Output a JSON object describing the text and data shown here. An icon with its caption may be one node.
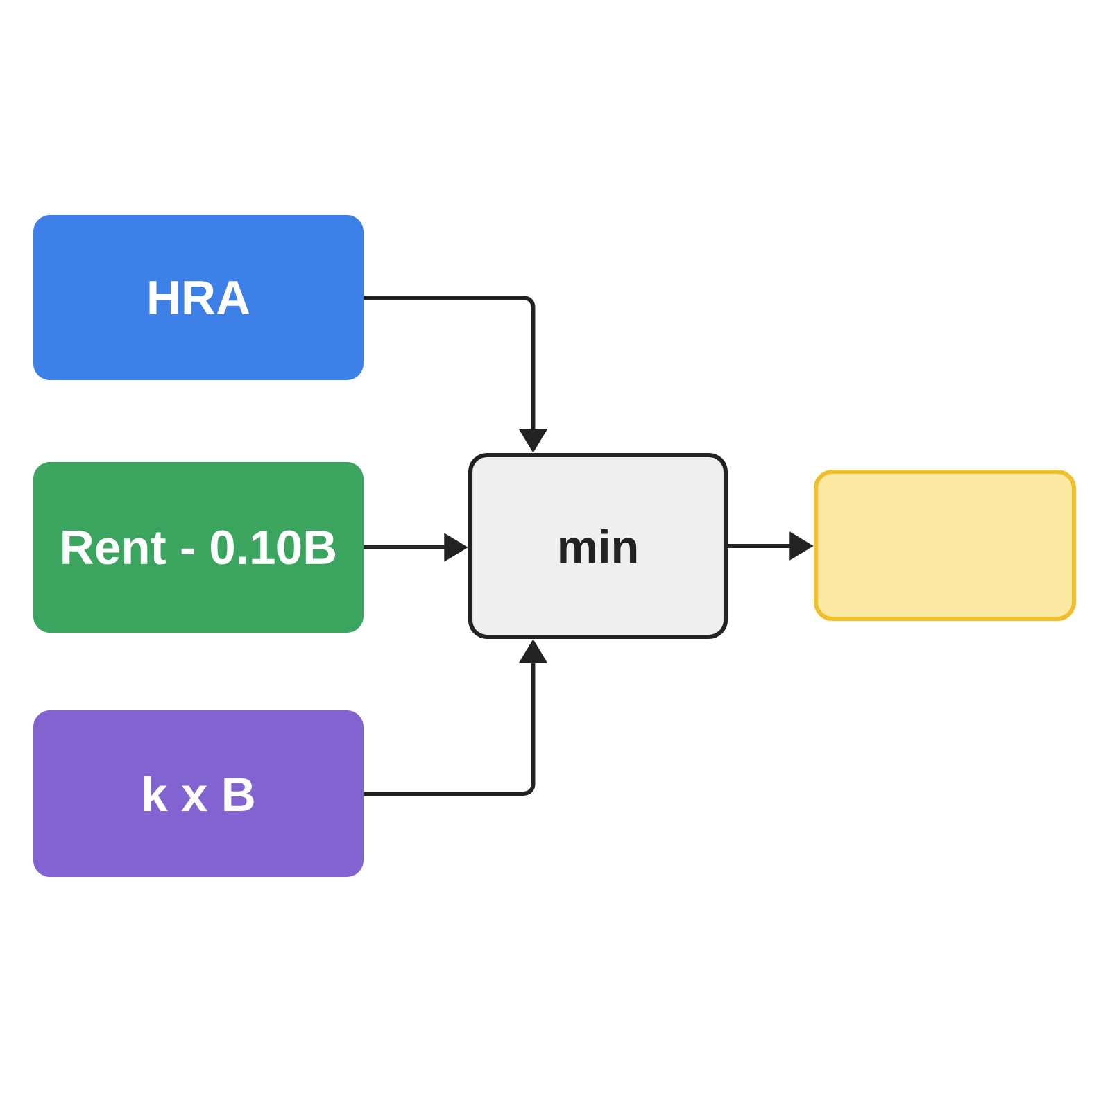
{
  "diagram": {
    "nodes": [
      {
        "text": [
          "HRA"
        ]
      },
      {
        "text": [
          "Rent - 0.10B"
        ]
      },
      {
        "text": [
          "k x B"
        ]
      },
      {
        "text": [
          "min"
        ]
      },
      {
        "text": [],
        "shape": "box"
      }
    ],
    "edges": [
      {
        "from": 0,
        "to": 3,
        "arrow": "to"
      },
      {
        "from": 1,
        "to": 3,
        "arrow": "to"
      },
      {
        "from": 2,
        "to": 3,
        "arrow": "to"
      },
      {
        "from": 3,
        "to": 4,
        "arrow": "to"
      }
    ]
  }
}
